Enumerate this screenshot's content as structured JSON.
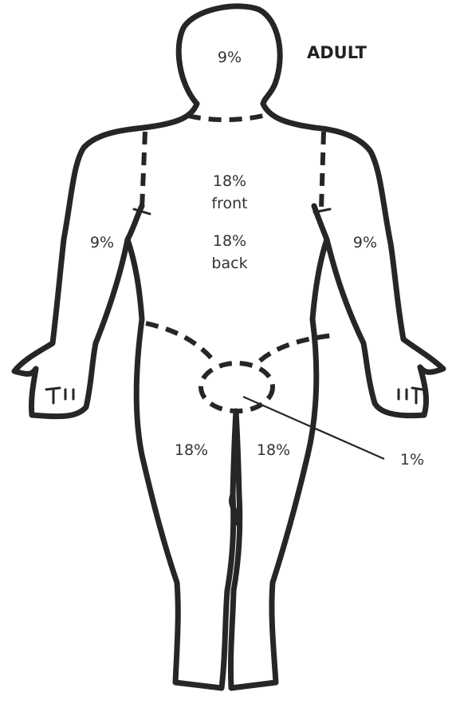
{
  "title": "ADULT",
  "regions": {
    "head": "9%",
    "trunk_front_value": "18%",
    "trunk_front_word": "front",
    "trunk_back_value": "18%",
    "trunk_back_word": "back",
    "left_arm": "9%",
    "right_arm": "9%",
    "left_leg": "18%",
    "right_leg": "18%",
    "genitals": "1%"
  },
  "colors": {
    "outline": "#262626",
    "text": "#333333"
  }
}
